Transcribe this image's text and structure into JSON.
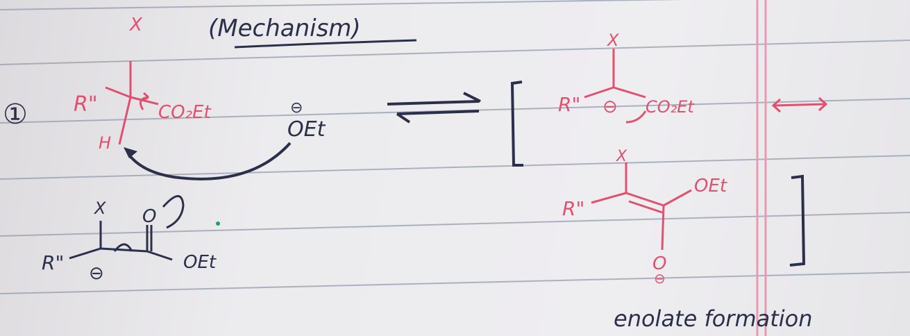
{
  "heading": {
    "title": "(Mechanism)"
  },
  "step_marker": "①",
  "reactant": {
    "leaving_group": "X",
    "substituent": "R\"",
    "ester": "CO₂Et",
    "hydrogen": "H"
  },
  "base": {
    "charge": "⊖",
    "label": "OEt"
  },
  "carbanion": {
    "leaving_group": "X",
    "substituent": "R\"",
    "charge": "⊖",
    "ester": "CO₂Et"
  },
  "enolate": {
    "leaving_group": "X",
    "substituent": "R\"",
    "alkoxy": "OEt",
    "oxygen": "O",
    "charge": "⊖"
  },
  "intermediate": {
    "leaving_group": "X",
    "oxygen": "O",
    "substituent": "R\"",
    "charge": "⊖",
    "alkoxy": "OEt"
  },
  "caption": "enolate formation",
  "colors": {
    "ink_red": "#e0506f",
    "ink_dark": "#2b2f4a",
    "rule_blue": "#8f99aa",
    "margin_pink": "#e99ab2"
  }
}
